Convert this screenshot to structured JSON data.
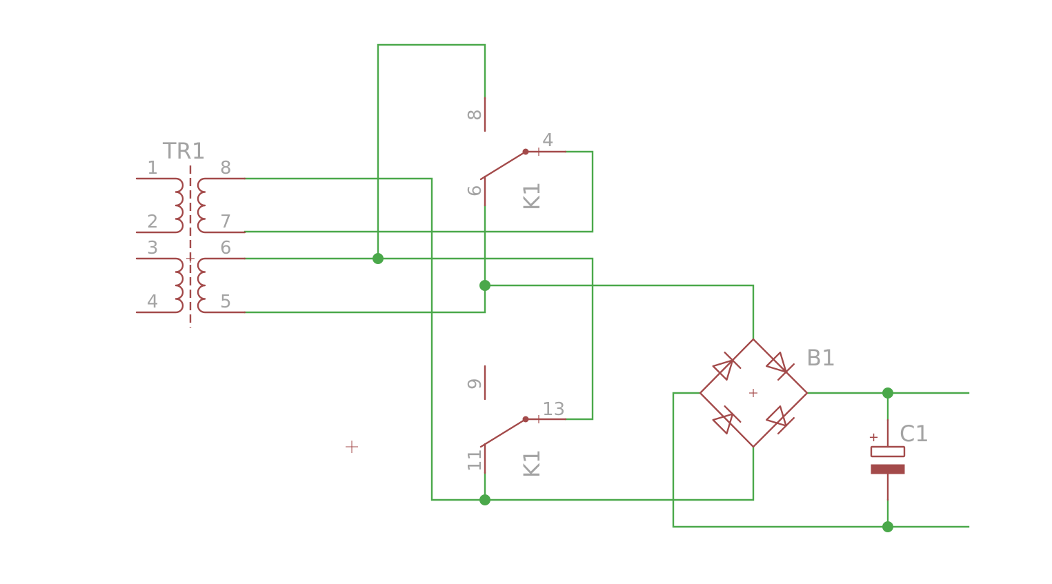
{
  "transformer": {
    "name": "TR1",
    "primary_pins": [
      "1",
      "2",
      "3",
      "4"
    ],
    "secondary_pins": [
      "8",
      "7",
      "6",
      "5"
    ]
  },
  "relay_upper": {
    "name": "K1",
    "pin_top": "8",
    "pin_common": "6",
    "pin_contact": "4"
  },
  "relay_lower": {
    "name": "K1",
    "pin_top": "9",
    "pin_common": "11",
    "pin_contact": "13"
  },
  "bridge": {
    "name": "B1"
  },
  "capacitor": {
    "name": "C1",
    "polarity": "+"
  },
  "colors": {
    "wire": "#4aa84a",
    "component": "#a34a4a",
    "label": "#a3a3a3",
    "background": "#ffffff"
  }
}
